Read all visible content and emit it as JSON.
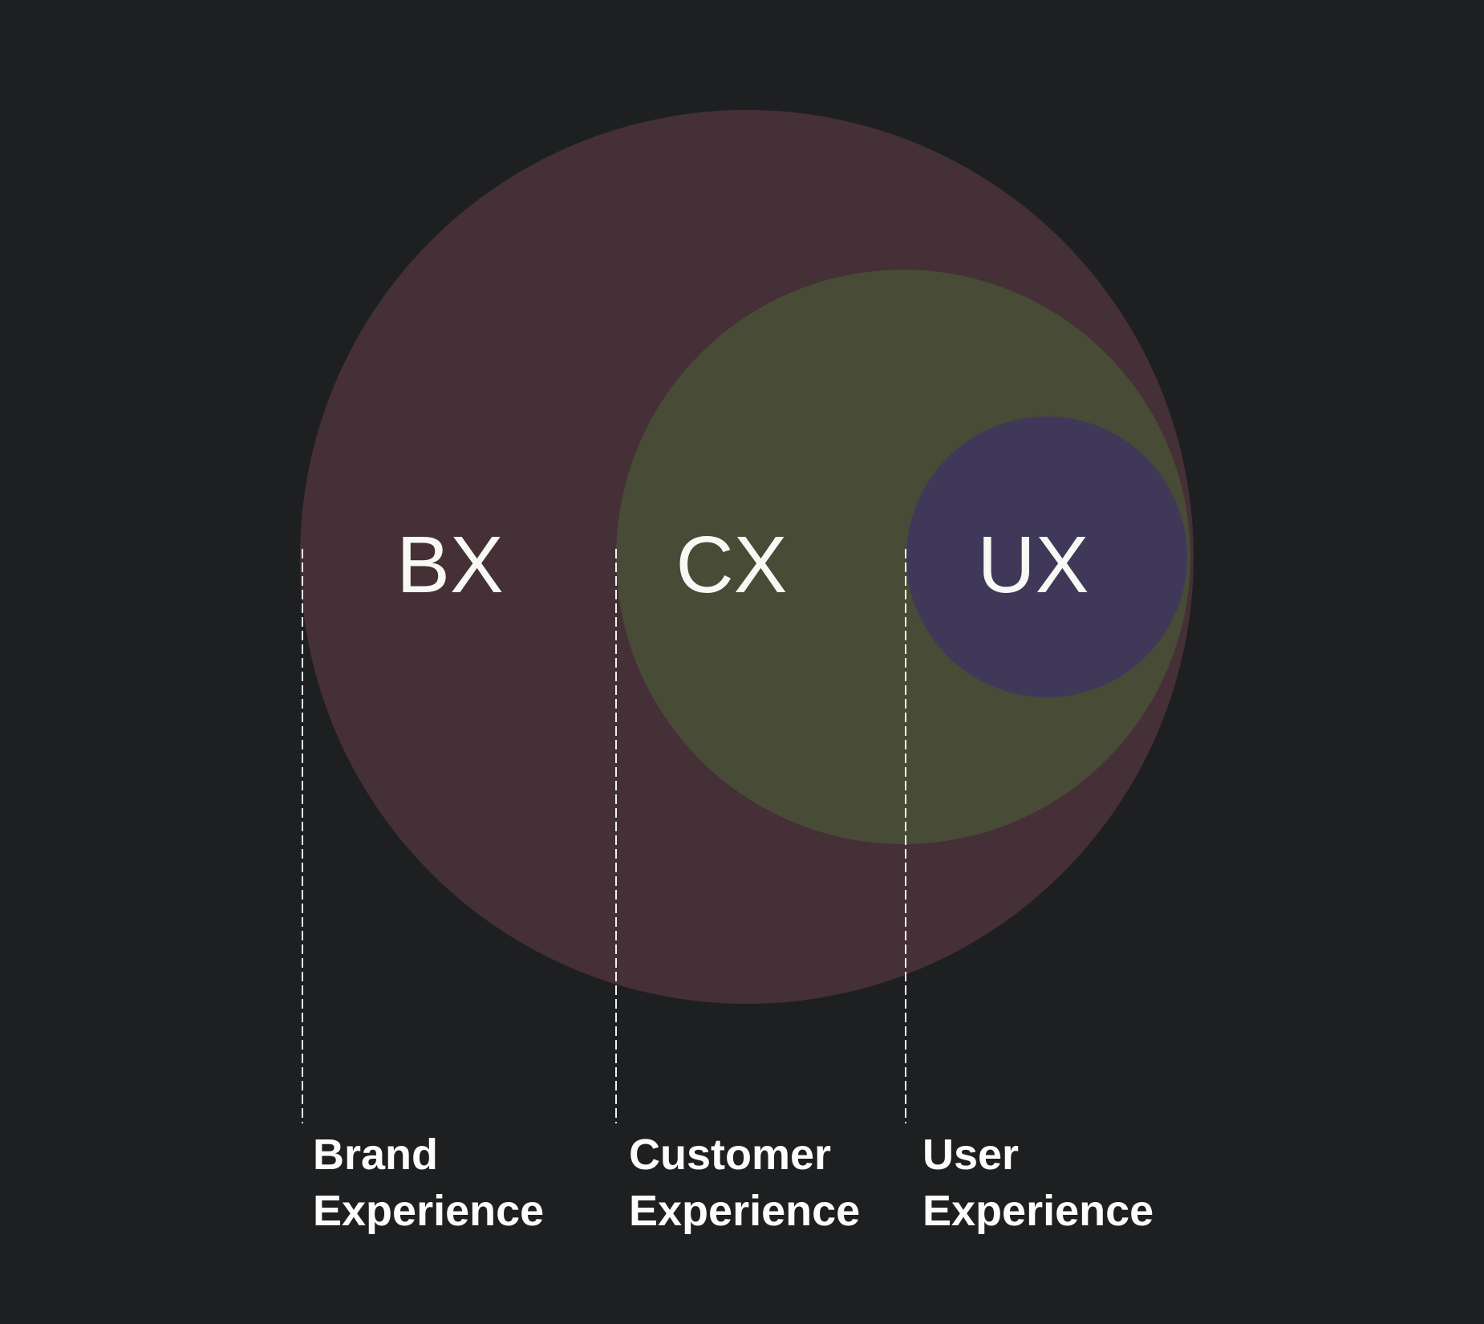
{
  "diagram": {
    "type": "nested-venn",
    "circles": [
      {
        "id": "bx",
        "label": "BX",
        "caption_line1": "Brand",
        "caption_line2": "Experience"
      },
      {
        "id": "cx",
        "label": "CX",
        "caption_line1": "Customer",
        "caption_line2": "Experience"
      },
      {
        "id": "ux",
        "label": "UX",
        "caption_line1": "User",
        "caption_line2": "Experience"
      }
    ]
  },
  "colors": {
    "background": "#1e1f21",
    "bx_circle": "#443036",
    "cx_circle": "#484b35",
    "ux_circle": "#403859",
    "venn_label_text": "#f8f8f4",
    "caption_text": "#fcfcfa",
    "guide_line": "#f0f0f0"
  }
}
